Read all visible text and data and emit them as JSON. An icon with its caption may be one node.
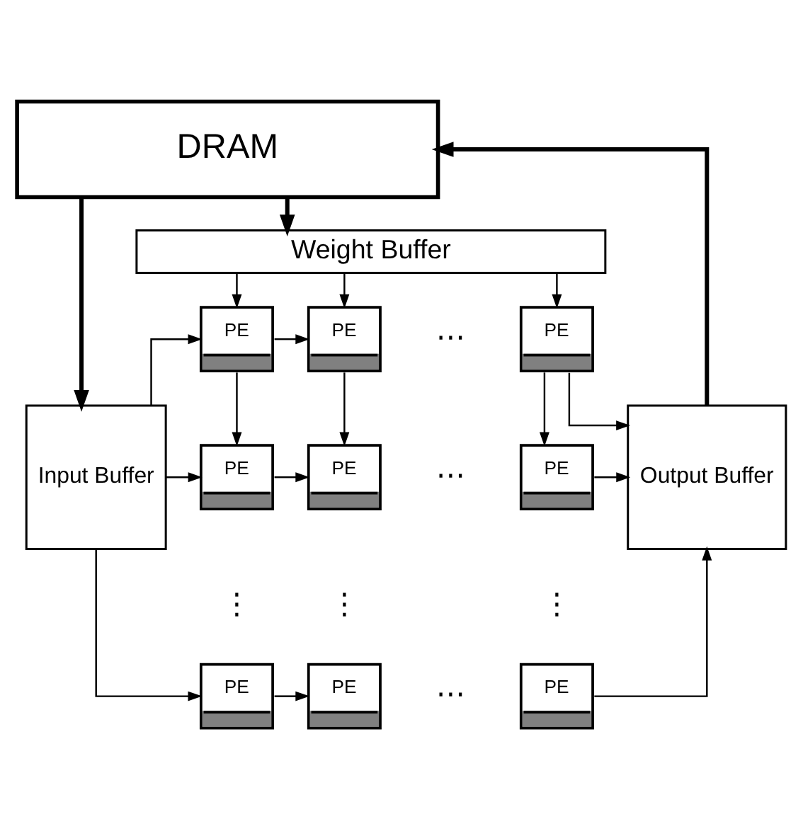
{
  "diagram": {
    "nodes": [
      {
        "text": [
          "DRAM"
        ]
      },
      {
        "text": [
          "Weight Buffer"
        ]
      },
      {
        "text": [
          "Input Buffer"
        ]
      },
      {
        "text": [
          "PE"
        ]
      },
      {
        "text": [
          "PE"
        ]
      },
      {
        "text": [
          "PE"
        ]
      },
      {
        "text": [
          "PE"
        ]
      },
      {
        "text": [
          "PE"
        ]
      },
      {
        "text": [
          "PE"
        ]
      },
      {
        "text": [
          "PE"
        ]
      },
      {
        "text": [
          "PE"
        ]
      },
      {
        "text": [
          "PE"
        ]
      },
      {
        "text": [
          "Output Buffer"
        ]
      }
    ],
    "edges": [
      {
        "from": 0,
        "to": 1,
        "arrow": "to",
        "style": "thick"
      },
      {
        "from": 0,
        "to": 2,
        "arrow": "to",
        "style": "thick"
      },
      {
        "from": 12,
        "to": 0,
        "arrow": "to",
        "style": "thick"
      },
      {
        "from": 1,
        "to": 3,
        "arrow": "to"
      },
      {
        "from": 1,
        "to": 4,
        "arrow": "to"
      },
      {
        "from": 1,
        "to": 5,
        "arrow": "to"
      },
      {
        "from": 2,
        "to": 3,
        "arrow": "to"
      },
      {
        "from": 3,
        "to": 4,
        "arrow": "to"
      },
      {
        "from": 5,
        "to": 12,
        "arrow": "to"
      },
      {
        "from": 3,
        "to": 6,
        "arrow": "to"
      },
      {
        "from": 4,
        "to": 7,
        "arrow": "to"
      },
      {
        "from": 5,
        "to": 8,
        "arrow": "to"
      },
      {
        "from": 2,
        "to": 6,
        "arrow": "to"
      },
      {
        "from": 6,
        "to": 7,
        "arrow": "to"
      },
      {
        "from": 8,
        "to": 12,
        "arrow": "to"
      },
      {
        "from": 2,
        "to": 9,
        "arrow": "to"
      },
      {
        "from": 9,
        "to": 10,
        "arrow": "to"
      },
      {
        "from": 11,
        "to": 12,
        "arrow": "to"
      }
    ],
    "labels": [
      "⋯",
      "⋯",
      "⋮",
      "⋮",
      "⋮",
      "⋯"
    ]
  }
}
